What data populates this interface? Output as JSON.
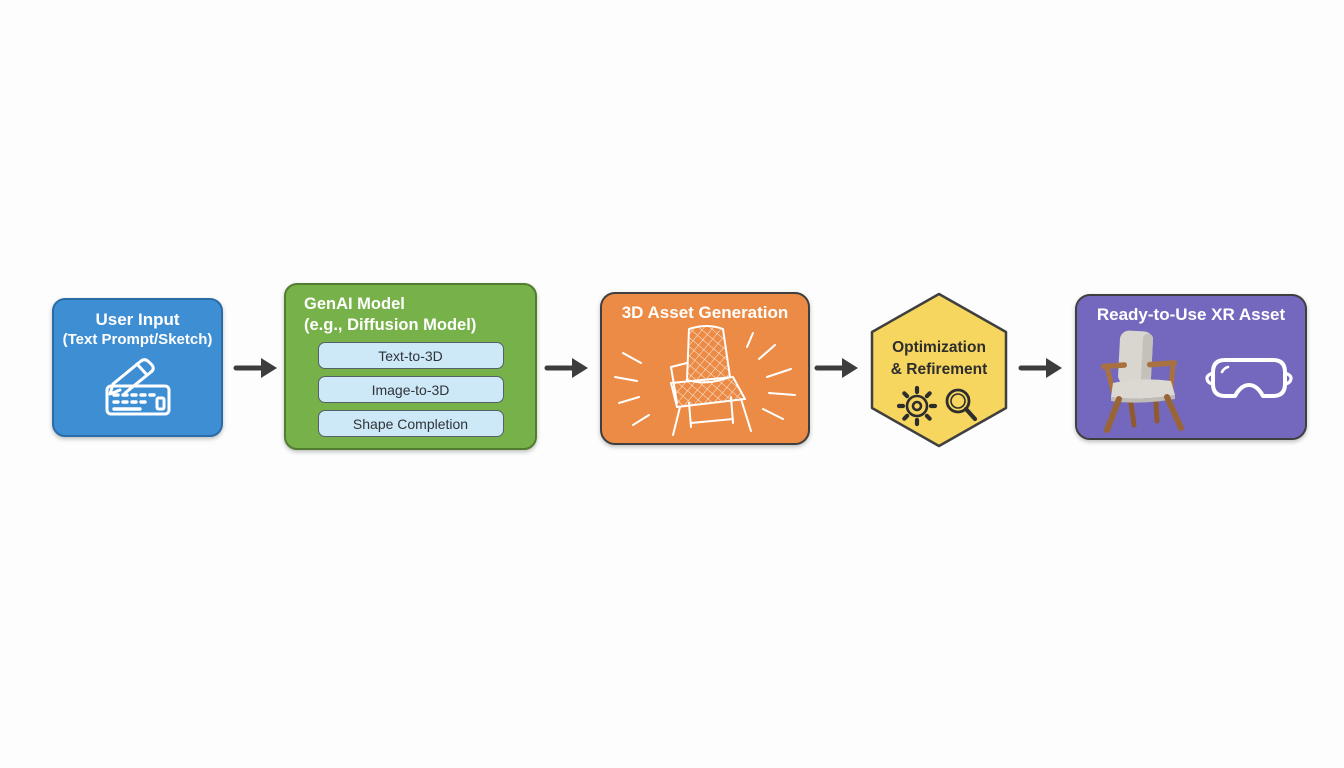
{
  "colors": {
    "blue": "#3e8ed3",
    "green": "#77b14a",
    "light_blue": "#cde9f8",
    "orange": "#ec8b45",
    "yellow": "#f6d65f",
    "purple": "#7468be",
    "arrow": "#3d3d3d",
    "text_light": "#ffffff",
    "text_dark": "#2d2d2d"
  },
  "diagram": {
    "user_input": {
      "title": "User Input",
      "subtitle": "(Text Prompt/Sketch)",
      "icon": "pencil-keyboard-icon"
    },
    "genai_model": {
      "title": "GenAI Model",
      "subtitle": "(e.g., Diffusion Model)",
      "items": [
        "Text-to-3D",
        "Image-to-3D",
        "Shape Completion"
      ]
    },
    "asset_generation": {
      "title": "3D Asset Generation",
      "icon": "wireframe-chair-icon"
    },
    "optimization": {
      "title_line1": "Optimization",
      "title_line2": "& Refirement",
      "icons": [
        "gear-icon",
        "magnifier-icon"
      ]
    },
    "xr_asset": {
      "title": "Ready-to-Use XR Asset",
      "icons": [
        "chair-image",
        "vr-headset-icon"
      ]
    }
  }
}
